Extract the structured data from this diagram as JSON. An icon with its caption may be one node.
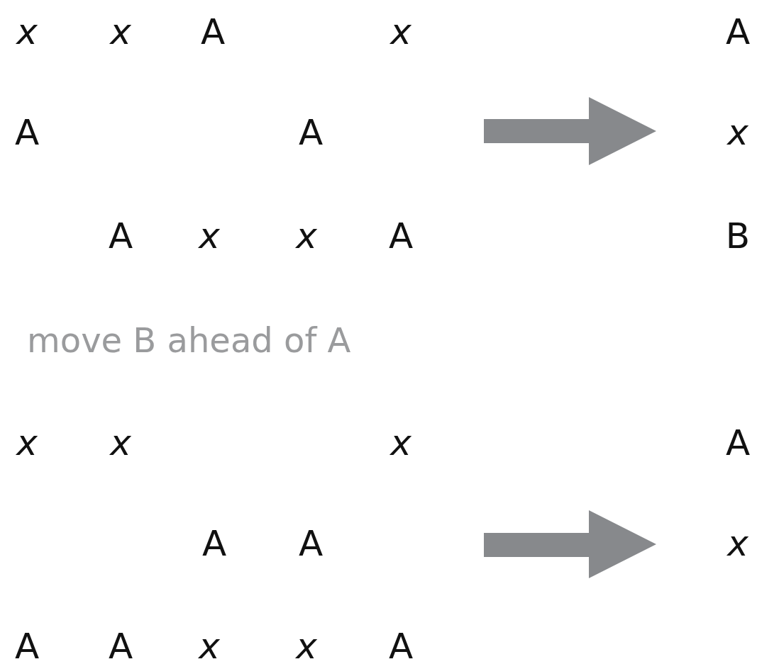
{
  "diagram": {
    "labels": [
      "x",
      "x",
      "A",
      "x",
      "A",
      "A",
      "A",
      "x",
      "A",
      "x",
      "x",
      "A",
      "B",
      "move B ahead of A",
      "x",
      "x",
      "x",
      "A",
      "A",
      "A",
      "x",
      "A",
      "A",
      "x",
      "x",
      "A"
    ]
  }
}
